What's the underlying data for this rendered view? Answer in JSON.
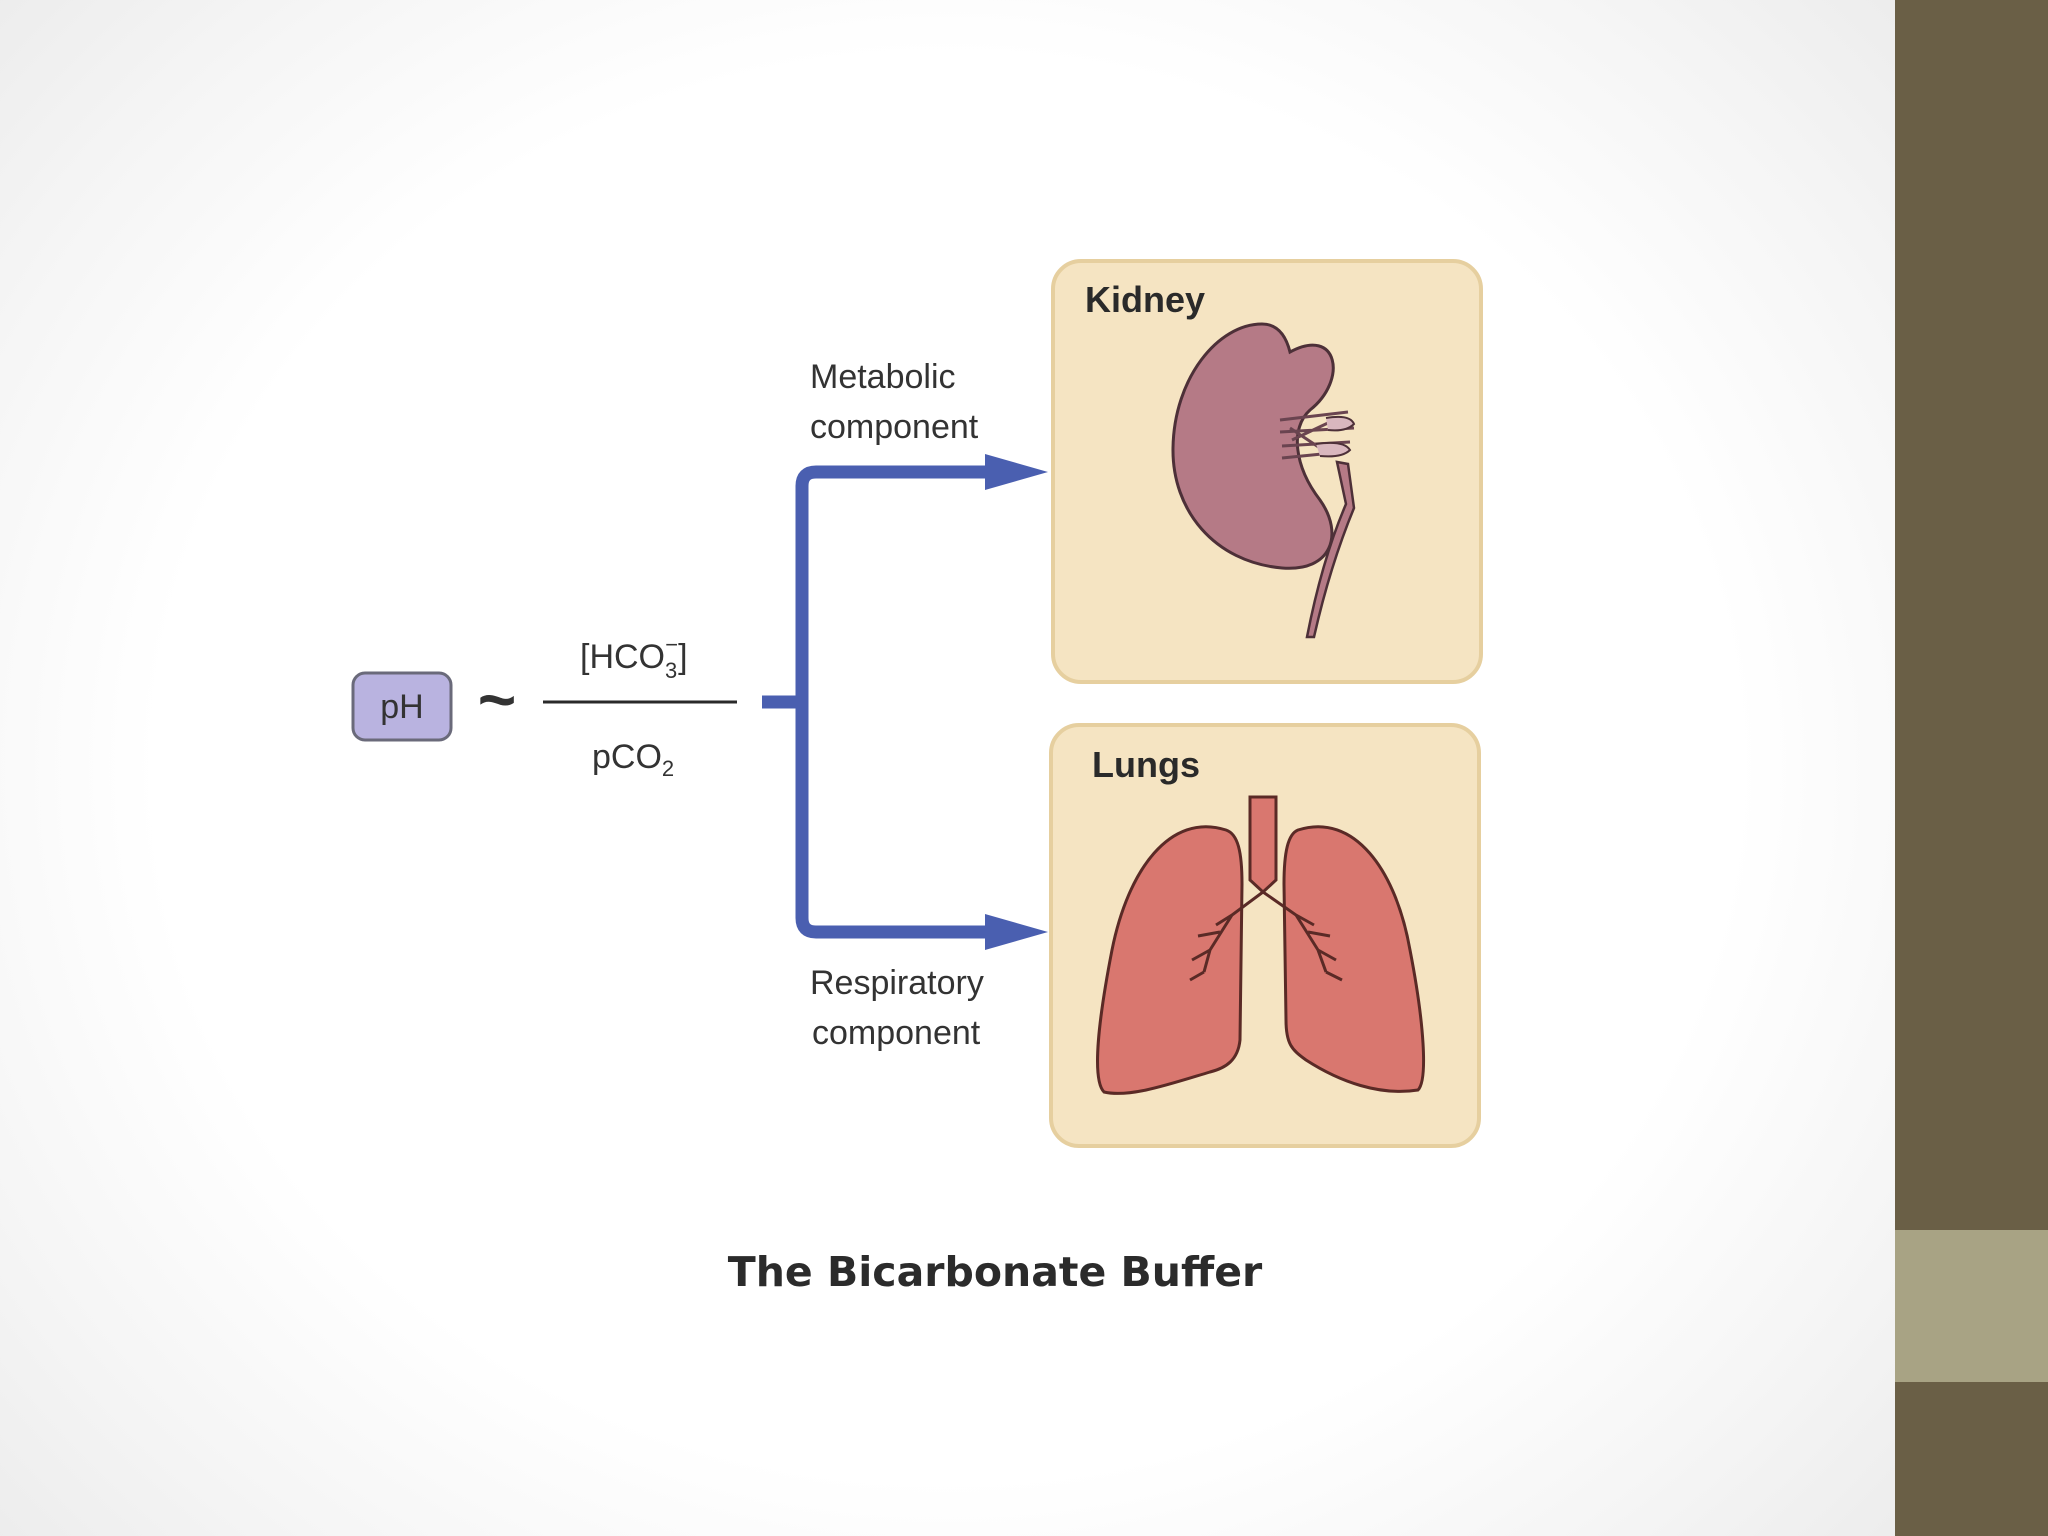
{
  "slide": {
    "caption": "The Bicarbonate Buffer"
  },
  "colors": {
    "arrow_blue": "#4a5fb0",
    "box_fill": "#f5e4c2",
    "box_border": "#e6cf9f",
    "ph_box_fill": "#b9b3e0",
    "kidney_fill": "#b57a86",
    "lung_fill": "#d9776f",
    "sidebar_dark": "#6a5f46",
    "sidebar_accent": "#a8a384"
  },
  "diagram": {
    "ph_label": "pH",
    "proportional_symbol": "~",
    "numerator": "[HCO",
    "numerator_sub": "3",
    "numerator_sup": "−",
    "numerator_close": "]",
    "denominator": "pCO",
    "denominator_sub": "2",
    "metabolic_line1": "Metabolic",
    "metabolic_line2": "component",
    "respiratory_line1": "Respiratory",
    "respiratory_line2": "component",
    "kidney_title": "Kidney",
    "lungs_title": "Lungs"
  }
}
